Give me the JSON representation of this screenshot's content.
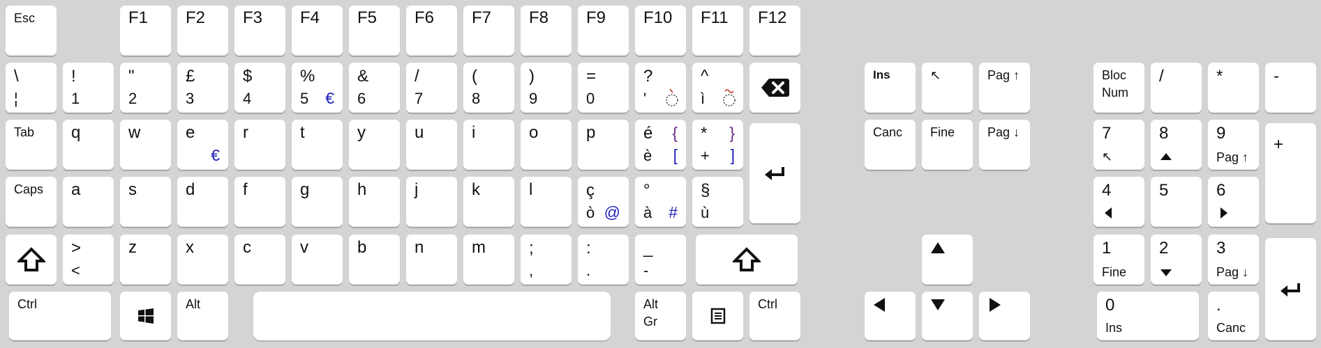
{
  "keyboard": {
    "fn_row": {
      "esc": "Esc",
      "f": [
        "F1",
        "F2",
        "F3",
        "F4",
        "F5",
        "F6",
        "F7",
        "F8",
        "F9",
        "F10",
        "F11",
        "F12"
      ]
    },
    "num_row": [
      {
        "top": "\\",
        "bottom": "¦"
      },
      {
        "top": "!",
        "bottom": "1"
      },
      {
        "top": "\"",
        "bottom": "2"
      },
      {
        "top": "£",
        "bottom": "3"
      },
      {
        "top": "$",
        "bottom": "4"
      },
      {
        "top": "%",
        "bottom": "5",
        "alt": "€"
      },
      {
        "top": "&",
        "bottom": "6"
      },
      {
        "top": "/",
        "bottom": "7"
      },
      {
        "top": "(",
        "bottom": "8"
      },
      {
        "top": ")",
        "bottom": "9"
      },
      {
        "top": "=",
        "bottom": "0"
      },
      {
        "top": "?",
        "bottom": "'",
        "dead": "̀"
      },
      {
        "top": "^",
        "bottom": "ì",
        "dead": "̃"
      }
    ],
    "backspace_icon": "backspace-icon",
    "q_row": {
      "tab": "Tab",
      "letters": [
        "q",
        "w",
        "e",
        "r",
        "t",
        "y",
        "u",
        "i",
        "o",
        "p"
      ],
      "e_alt": "€",
      "k11": {
        "top": "é",
        "bottom": "è",
        "alt_top": "{",
        "alt_bottom": "["
      },
      "k12": {
        "top": "*",
        "bottom": "+",
        "alt_top": "}",
        "alt_bottom": "]"
      }
    },
    "enter_icon": "enter-icon",
    "a_row": {
      "caps": "Caps",
      "letters": [
        "a",
        "s",
        "d",
        "f",
        "g",
        "h",
        "j",
        "k",
        "l"
      ],
      "k10": {
        "top": "ç",
        "bottom": "ò",
        "alt": "@"
      },
      "k11": {
        "top": "°",
        "bottom": "à",
        "alt": "#"
      },
      "k12": {
        "top": "§",
        "bottom": "ù"
      }
    },
    "z_row": {
      "shift_icon": "shift-icon",
      "angle": {
        "top": ">",
        "bottom": "<"
      },
      "letters": [
        "z",
        "x",
        "c",
        "v",
        "b",
        "n",
        "m"
      ],
      "comma": {
        "top": ";",
        "bottom": ","
      },
      "period": {
        "top": ":",
        "bottom": "."
      },
      "dash": {
        "top": "_",
        "bottom": "-"
      }
    },
    "bottom_row": {
      "ctrl_left": "Ctrl",
      "windows_icon": "windows-icon",
      "alt": "Alt",
      "altgr_1": "Alt",
      "altgr_2": "Gr",
      "menu_icon": "menu-icon",
      "ctrl_right": "Ctrl"
    },
    "nav": {
      "ins": "Ins",
      "home_arrow": "↖",
      "pgup": "Pag ↑",
      "del": "Canc",
      "end": "Fine",
      "pgdn": "Pag ↓",
      "arrow_icons": [
        "up-arrow-icon",
        "left-arrow-icon",
        "down-arrow-icon",
        "right-arrow-icon"
      ]
    },
    "numpad": {
      "numlock_1": "Bloc",
      "numlock_2": "Num",
      "divide": "/",
      "multiply": "*",
      "minus": "-",
      "plus": "+",
      "k7": {
        "top": "7",
        "bottom": "↖"
      },
      "k8": {
        "top": "8"
      },
      "k9": {
        "top": "9",
        "bottom": "Pag ↑"
      },
      "k4": {
        "top": "4"
      },
      "k5": {
        "top": "5"
      },
      "k6": {
        "top": "6"
      },
      "k1": {
        "top": "1",
        "bottom": "Fine"
      },
      "k2": {
        "top": "2"
      },
      "k3": {
        "top": "3",
        "bottom": "Pag ↓"
      },
      "k0": {
        "top": "0",
        "bottom": "Ins"
      },
      "kdot": {
        "top": ".",
        "bottom": "Canc"
      }
    }
  }
}
